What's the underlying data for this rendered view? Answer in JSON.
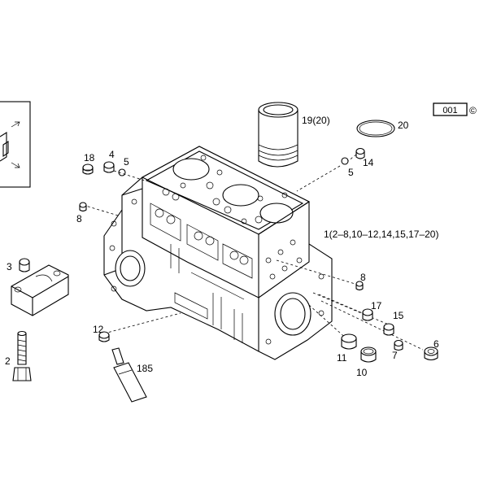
{
  "diagram": {
    "page_code": "001",
    "copyright_symbol": "©",
    "assembly_note": "1(2–8,10–12,14,15,17–20)",
    "callouts": {
      "c2": "2",
      "c3": "3",
      "c4": "4",
      "c5a": "5",
      "c5b": "5",
      "c6": "6",
      "c7": "7",
      "c8a": "8",
      "c8b": "8",
      "c10": "10",
      "c11": "11",
      "c12": "12",
      "c14": "14",
      "c15": "15",
      "c17": "17",
      "c18": "18",
      "c19": "19(20)",
      "c20": "20",
      "c185": "185"
    },
    "icons": [
      "inset-engine-icon",
      "cylinder-liner",
      "o-ring",
      "engine-block",
      "sealant-tube",
      "main-bearing-cap",
      "bolt",
      "plugs"
    ]
  }
}
